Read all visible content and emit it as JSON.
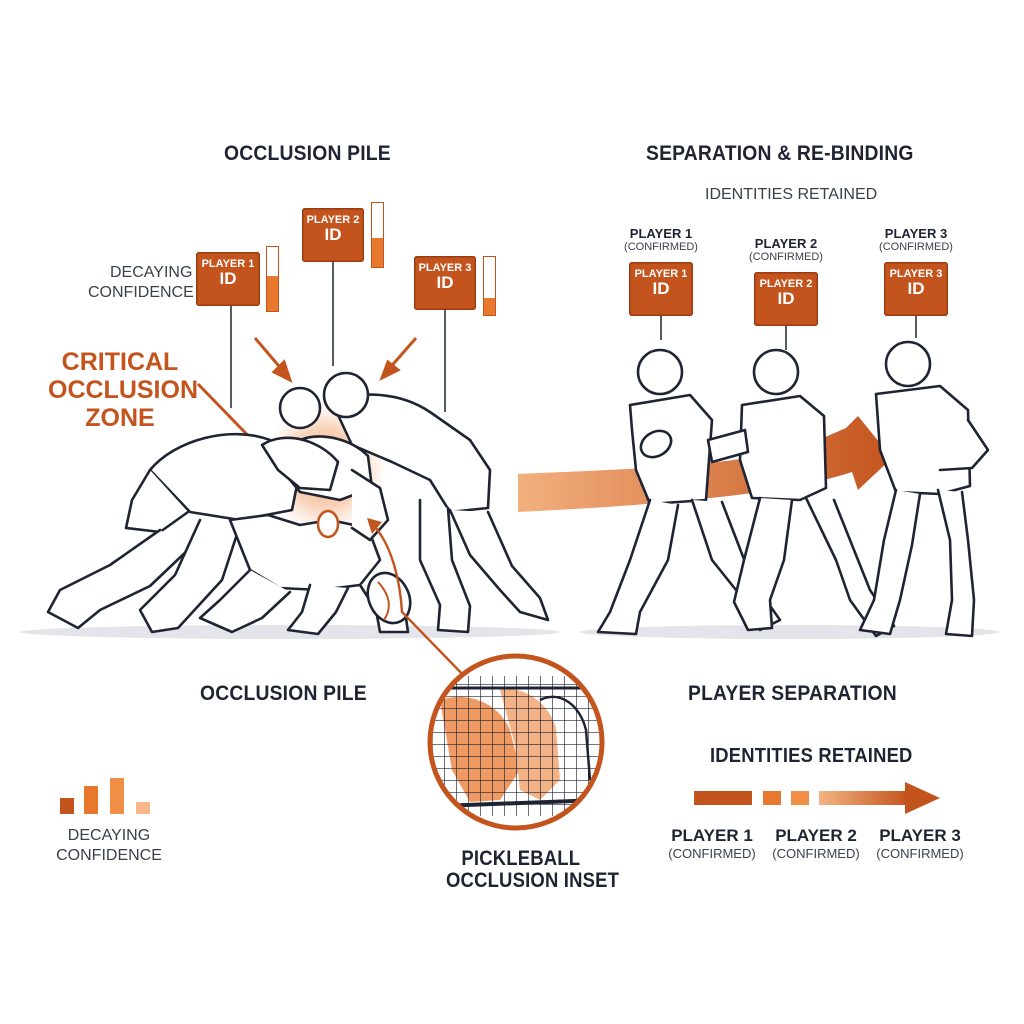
{
  "left_panel": {
    "title": "OCCLUSION PILE",
    "decaying_confidence": [
      "DECAYING",
      "CONFIDENCE"
    ],
    "critical_zone": [
      "CRITICAL",
      "OCCLUSION",
      "ZONE"
    ],
    "tags": [
      {
        "name": "PLAYER 1",
        "id": "ID",
        "confidence": 0.55
      },
      {
        "name": "PLAYER 2",
        "id": "ID",
        "confidence": 0.45
      },
      {
        "name": "PLAYER 3",
        "id": "ID",
        "confidence": 0.3
      }
    ]
  },
  "right_panel": {
    "title": "SEPARATION & RE-BINDING",
    "subtitle": "IDENTITIES RETAINED",
    "players": [
      {
        "name": "PLAYER 1",
        "status": "(CONFIRMED)",
        "tag_name": "PLAYER 1",
        "tag_id": "ID"
      },
      {
        "name": "PLAYER 2",
        "status": "(CONFIRMED)",
        "tag_name": "PLAYER 2",
        "tag_id": "ID"
      },
      {
        "name": "PLAYER 3",
        "status": "(CONFIRMED)",
        "tag_name": "PLAYER 3",
        "tag_id": "ID"
      }
    ]
  },
  "bottom": {
    "left_label": "OCCLUSION PILE",
    "legend_label": [
      "DECAYING",
      "CONFIDENCE"
    ],
    "inset_label": [
      "PICKLEBALL",
      "OCCLUSION INSET"
    ],
    "separation_label": "PLAYER SEPARATION",
    "identities_label": "IDENTITIES RETAINED",
    "players": [
      {
        "name": "PLAYER 1",
        "status": "(CONFIRMED)"
      },
      {
        "name": "PLAYER 2",
        "status": "(CONFIRMED)"
      },
      {
        "name": "PLAYER 3",
        "status": "(CONFIRMED)"
      }
    ]
  },
  "colors": {
    "accent": "#c4541e",
    "accent_light": "#e9782f",
    "ink": "#1f2433"
  }
}
